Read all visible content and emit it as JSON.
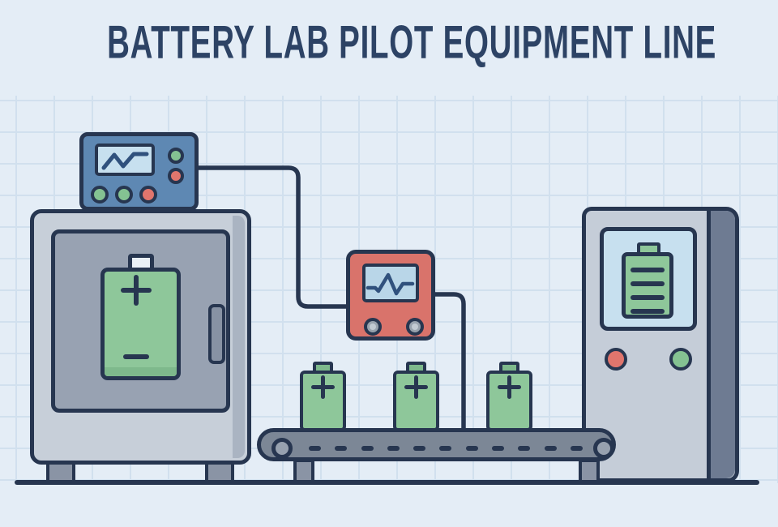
{
  "title": "BATTERY LAB PILOT EQUIPMENT LINE",
  "icons": [
    "battery-icon",
    "waveform-icon",
    "pulse-icon",
    "charge-level-icon",
    "knob-icon",
    "indicator-light-icon"
  ],
  "components": [
    "process-controller",
    "environmental-chamber",
    "pulse-monitor",
    "conveyor-belt",
    "battery-cells",
    "test-station"
  ],
  "colors": {
    "background": "#e4edf6",
    "grid_line": "#c0d4e8",
    "outline": "#273650",
    "title_text": "#2d4365",
    "waveform": "#30517d",
    "controller_body": "#5e88b3",
    "screen_blue": "#c7e0ef",
    "monitor_body": "#d9736b",
    "monitor_screen": "#b9d6e8",
    "chamber_body": "#c7cfd9",
    "chamber_side": "#aab4c2",
    "chamber_door": "#98a2b2",
    "handle_gray": "#8792a4",
    "battery_green": "#8ec79a",
    "battery_green_dark": "#7eb98c",
    "battery_cap_light": "#eaf0f6",
    "machine_body": "#c5cdd8",
    "machine_side": "#6e7b92",
    "belt_gray": "#7c8796",
    "roller_gray": "#97a1af",
    "leg_gray": "#8a94a5",
    "button_green": "#84c292",
    "button_red": "#e0756d",
    "knob_gray": "#98a2ad",
    "knob_inner": "#c2cad2",
    "ground": "#273650"
  }
}
